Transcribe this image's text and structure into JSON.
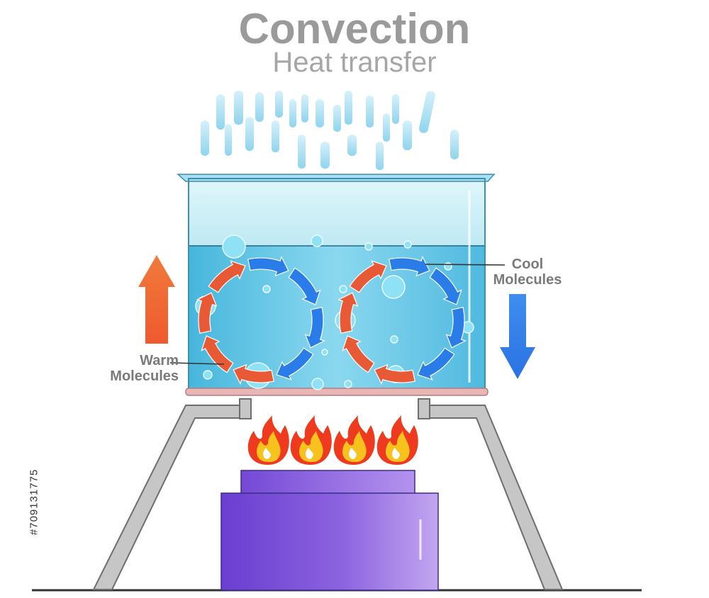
{
  "title": "Convection",
  "subtitle": "Heat transfer",
  "labels": {
    "cool_line1": "Cool",
    "cool_line2": "Molecules",
    "warm_line1": "Warm",
    "warm_line2": "Molecules"
  },
  "side_code": "#709131775",
  "colors": {
    "title": "#9a9a9a",
    "warm": "#e85a36",
    "cool": "#2a7de8",
    "water": "#5cc6e6",
    "flame_outer": "#ee3a1e",
    "flame_inner": "#f7c21e",
    "burner": "#7a4fd6",
    "stand": "#b8b8b8"
  }
}
